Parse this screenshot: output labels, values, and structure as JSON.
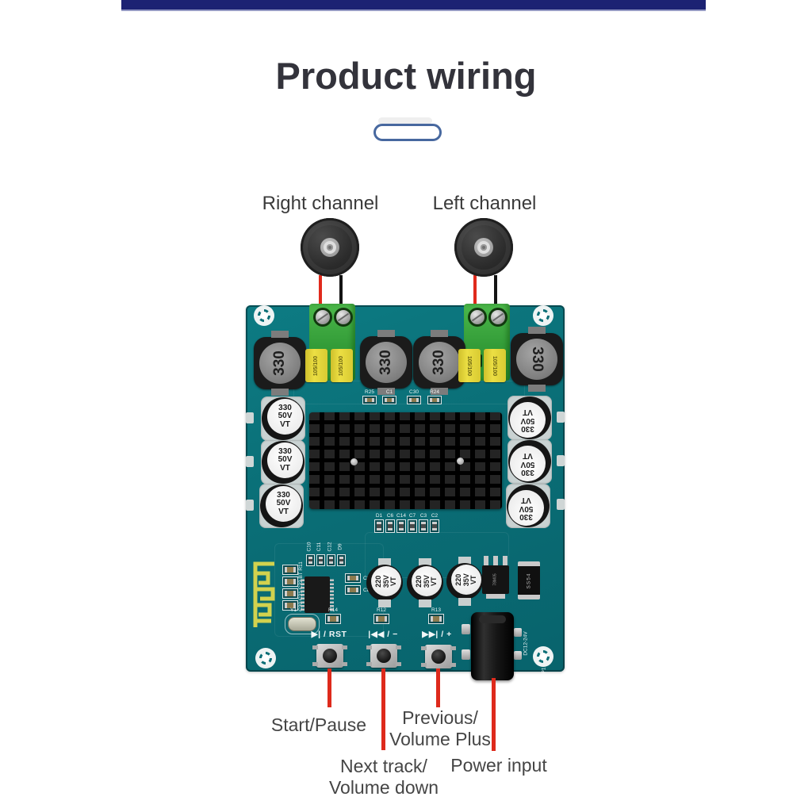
{
  "page": {
    "title": "Product wiring"
  },
  "colors": {
    "accent_red": "#de2a1c",
    "pcb_teal": "#0a6e76",
    "header_navy": "#1c2273",
    "terminal_green": "#3dab41",
    "film_cap_yellow": "#e3d63b",
    "divider_blue": "#47689f"
  },
  "channels": {
    "right": "Right channel",
    "left": "Left channel"
  },
  "board": {
    "inductors": [
      "330",
      "330",
      "330",
      "330"
    ],
    "film_caps": [
      "105/100",
      "105/100",
      "105/100",
      "105/100"
    ],
    "big_caps": [
      "330\n50V\nVT",
      "330\n50V\nVT",
      "330\n50V\nVT",
      "330\n50V\nVT",
      "330\n50V\nVT",
      "330\n50V\nVT"
    ],
    "mid_caps": [
      "220\n35V\nVT",
      "220\n35V\nVT",
      "220\n35V\nVT"
    ],
    "smd_row_top": [
      "R25",
      "C1",
      "C30",
      "R24"
    ],
    "smd_row_mid": [
      "D1",
      "C6",
      "C14",
      "C7",
      "C3",
      "C2"
    ],
    "smd_row_upper": [
      "C10",
      "C11",
      "C12",
      "D9"
    ],
    "smd_pair": [
      "C9",
      "C8"
    ],
    "bt_column_text": "C20 C21 C22 BT R11",
    "crystal": "Y1",
    "r_refs": [
      "R14",
      "R12",
      "R13"
    ],
    "button_silk": [
      "▶| / RST",
      "|◀◀ / −",
      "▶▶| / +"
    ],
    "power_silk": "DC12-24V",
    "p1_silk": "P1",
    "regulator": "78M05",
    "diode": "SS54"
  },
  "callouts": {
    "start_pause": "Start/Pause",
    "previous": "Previous/\nVolume Plus",
    "next": "Next track/\nVolume down",
    "power": "Power input"
  }
}
